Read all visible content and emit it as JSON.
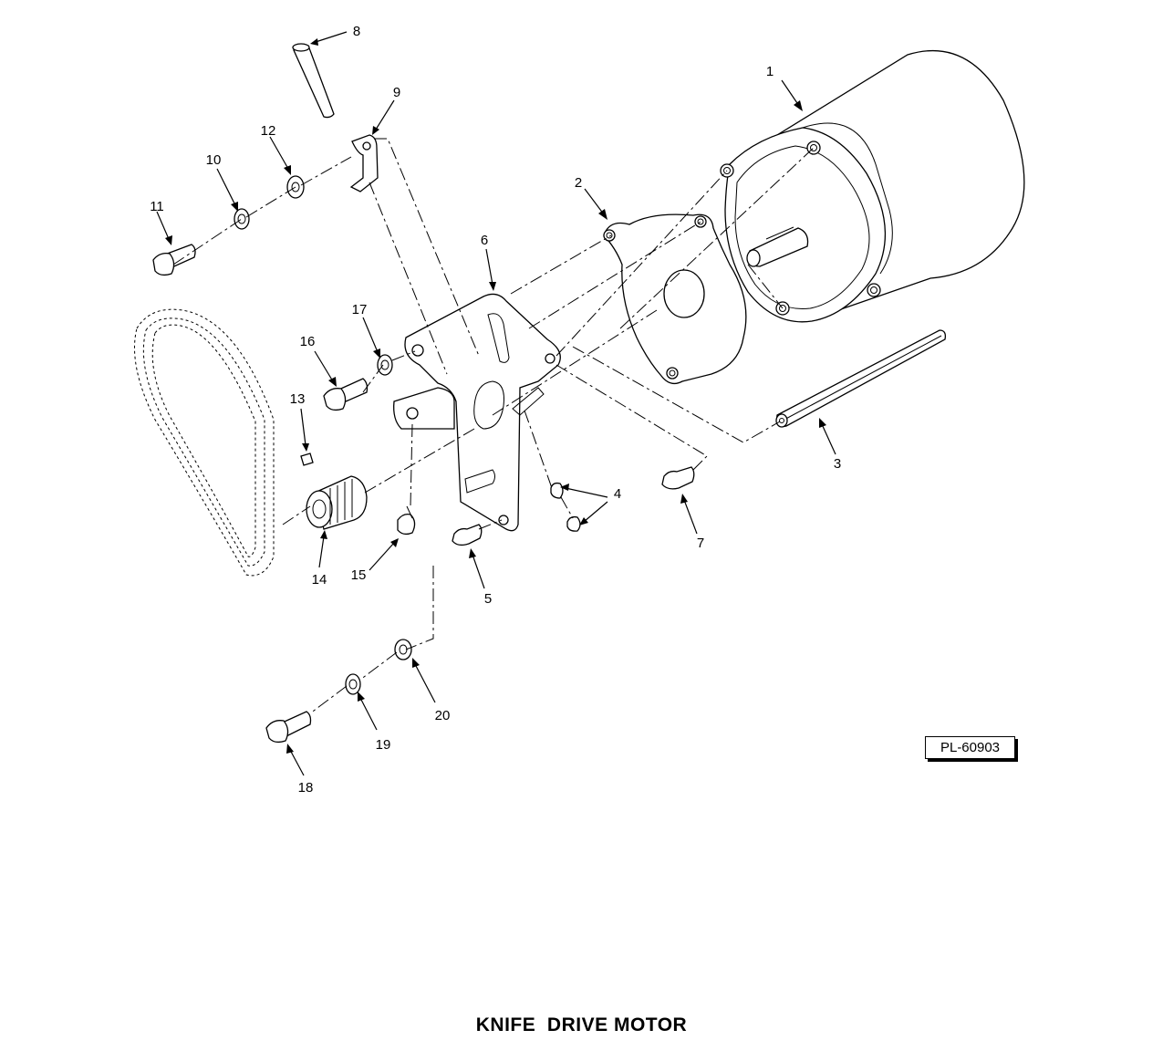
{
  "title": "KNIFE  DRIVE MOTOR",
  "plate_number": "PL-60903",
  "callouts": [
    {
      "id": "1",
      "label": "1"
    },
    {
      "id": "2",
      "label": "2"
    },
    {
      "id": "3",
      "label": "3"
    },
    {
      "id": "4",
      "label": "4"
    },
    {
      "id": "5",
      "label": "5"
    },
    {
      "id": "6",
      "label": "6"
    },
    {
      "id": "7",
      "label": "7"
    },
    {
      "id": "8",
      "label": "8"
    },
    {
      "id": "9",
      "label": "9"
    },
    {
      "id": "10",
      "label": "10"
    },
    {
      "id": "11",
      "label": "11"
    },
    {
      "id": "12",
      "label": "12"
    },
    {
      "id": "13",
      "label": "13"
    },
    {
      "id": "14",
      "label": "14"
    },
    {
      "id": "15",
      "label": "15"
    },
    {
      "id": "16",
      "label": "16"
    },
    {
      "id": "17",
      "label": "17"
    },
    {
      "id": "18",
      "label": "18"
    },
    {
      "id": "19",
      "label": "19"
    },
    {
      "id": "20",
      "label": "20"
    }
  ]
}
